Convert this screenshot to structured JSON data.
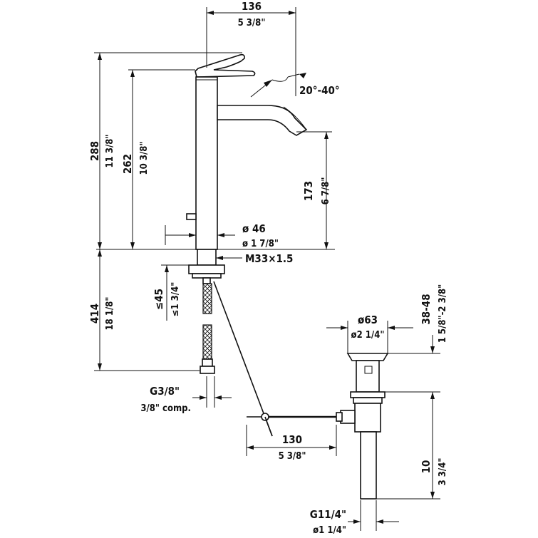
{
  "dimensions": {
    "width_top": {
      "metric": "136",
      "imperial": "5 3/8\""
    },
    "height_overall": {
      "metric": "288",
      "imperial": "11 3/8\""
    },
    "height_lever": {
      "metric": "262",
      "imperial": "10 3/8\""
    },
    "spout_angle": "20°-40°",
    "spout_height": {
      "metric": "173",
      "imperial": "6 7/8\""
    },
    "base_diameter": {
      "metric": "ø 46",
      "imperial": "ø 1 7/8\""
    },
    "mount_thread": "M33×1.5",
    "max_counter": {
      "metric": "≤45",
      "imperial": "≤1 3/4\""
    },
    "hose_length": {
      "metric": "414",
      "imperial": "18 1/8\""
    },
    "hose_connection": {
      "metric": "G3/8\"",
      "imperial": "3/8\" comp."
    },
    "drain_diameter": {
      "metric": "ø63",
      "imperial": "ø2 1/4\""
    },
    "drain_range": {
      "metric": "38-48",
      "imperial": "1 5/8\"-2 3/8\""
    },
    "rod_length": {
      "metric": "130",
      "imperial": "5 3/8\""
    },
    "tail_length": {
      "metric": "10",
      "imperial": "3 3/4\""
    },
    "drain_thread": {
      "metric": "G11/4\"",
      "imperial": "ø1 1/4\""
    }
  }
}
